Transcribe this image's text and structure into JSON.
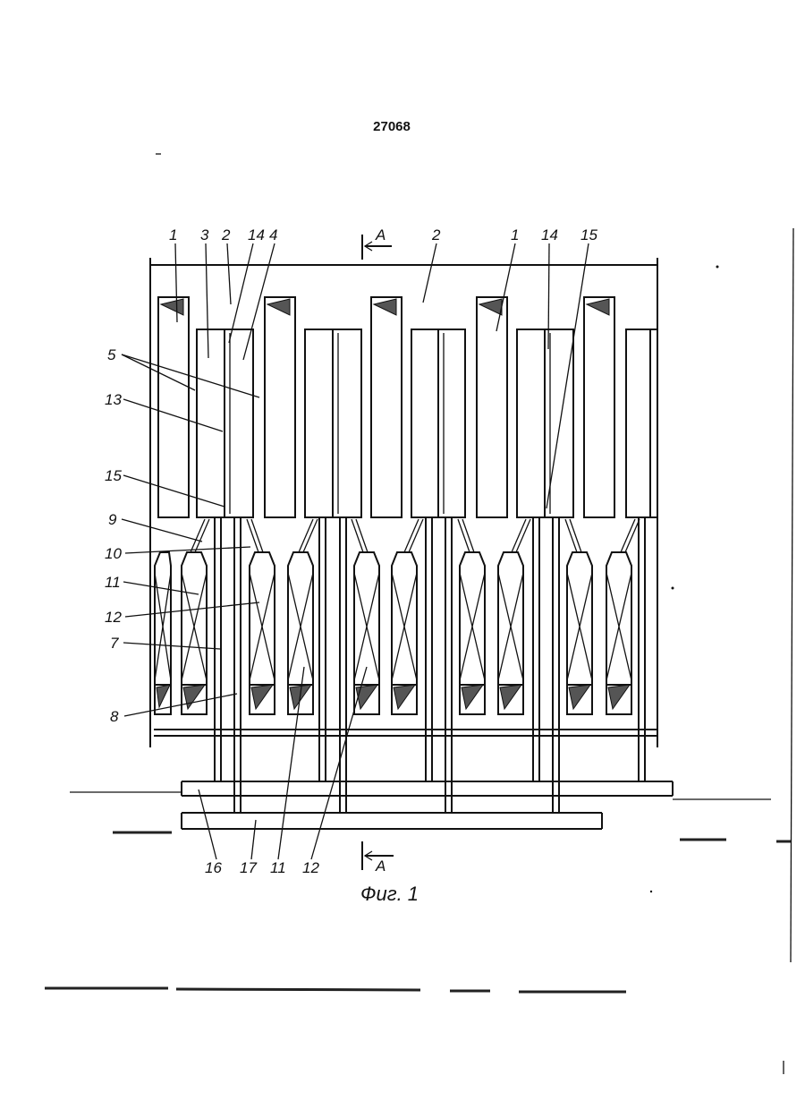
{
  "document": {
    "page_number": "27068",
    "figure_caption": "Фиг. 1",
    "section_mark": "A"
  },
  "callouts": {
    "top": [
      "1",
      "3",
      "2",
      "14",
      "4",
      "2",
      "1",
      "14",
      "15"
    ],
    "left": [
      "5",
      "13",
      "15",
      "9",
      "10",
      "11",
      "12",
      "7",
      "8"
    ],
    "bottom": [
      "16",
      "17",
      "11",
      "12"
    ]
  }
}
